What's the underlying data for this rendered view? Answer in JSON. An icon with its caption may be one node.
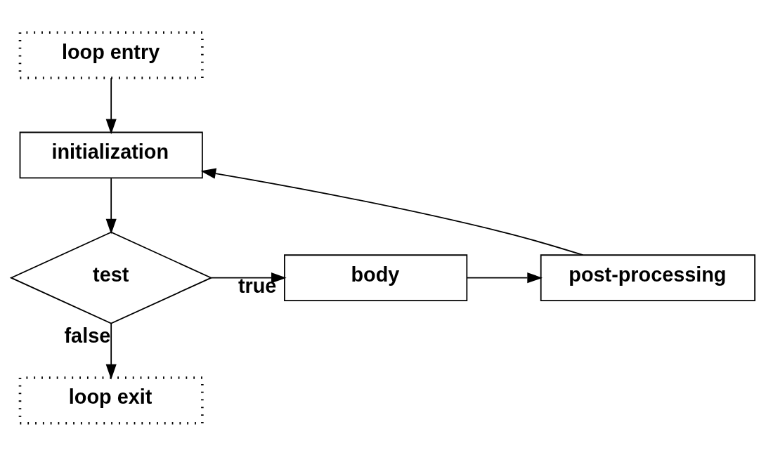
{
  "diagram": {
    "nodes": [
      {
        "text": [
          "loop entry"
        ]
      },
      {
        "text": [
          "initialization"
        ]
      },
      {
        "text": [
          "test"
        ]
      },
      {
        "text": [
          "body"
        ]
      },
      {
        "text": [
          "post-processing"
        ]
      },
      {
        "text": [
          "loop exit"
        ]
      }
    ],
    "edges": [
      {
        "from": 0,
        "to": 1,
        "arrow": "to"
      },
      {
        "from": 1,
        "to": 2,
        "arrow": "to"
      },
      {
        "from": 2,
        "to": 3,
        "arrow": "to",
        "label": "true"
      },
      {
        "from": 3,
        "to": 4,
        "arrow": "to"
      },
      {
        "from": 4,
        "to": 1,
        "arrow": "to"
      },
      {
        "from": 2,
        "to": 5,
        "arrow": "to",
        "label": "false"
      }
    ]
  }
}
